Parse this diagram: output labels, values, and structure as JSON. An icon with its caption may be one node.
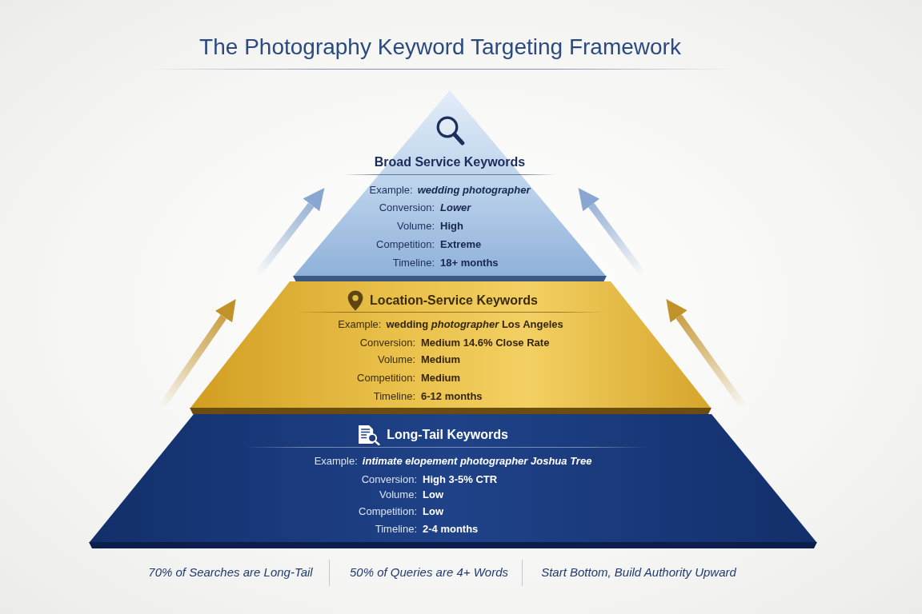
{
  "diagram": {
    "title": "The Photography Keyword Targeting Framework",
    "nodes": [
      {
        "text": [
          "Broad Service Keywords",
          "Example:",
          "wedding photographer",
          "Conversion:",
          "Lower",
          "Volume:",
          "High",
          "Competition:",
          "Extreme",
          "Timeline:",
          "18+ months"
        ]
      },
      {
        "text": [
          "Location-Service Keywords",
          "Example:",
          "wedding *photographer* Los Angeles",
          "Conversion:",
          "Medium 14.6% Close Rate",
          "Volume:",
          "Medium",
          "Competition:",
          "Medium",
          "Timeline:",
          "6-12 months"
        ]
      },
      {
        "text": [
          "Long-Tail Keywords",
          "Example:",
          "intimate elopement photographer Joshua Tree",
          "Conversion:",
          "High 3-5% CTR",
          "Volume:",
          "Low",
          "Competition:",
          "Low",
          "Timeline:",
          "2-4 months"
        ]
      }
    ],
    "edges": [
      {
        "from": 1,
        "to": 0,
        "arrow": "to",
        "style": "thick",
        "color": "#88a6cf"
      },
      {
        "from": 1,
        "to": 0,
        "arrow": "to",
        "style": "thick",
        "color": "#88a6cf"
      },
      {
        "from": 2,
        "to": 1,
        "arrow": "to",
        "style": "thick",
        "color": "#c2922a"
      },
      {
        "from": 2,
        "to": 1,
        "arrow": "to",
        "style": "thick",
        "color": "#c2922a"
      }
    ],
    "labels": [
      "70% of Searches are Long-Tail",
      "50% of Queries are 4+ Words",
      "Start Bottom, Build Authority Upward"
    ]
  }
}
